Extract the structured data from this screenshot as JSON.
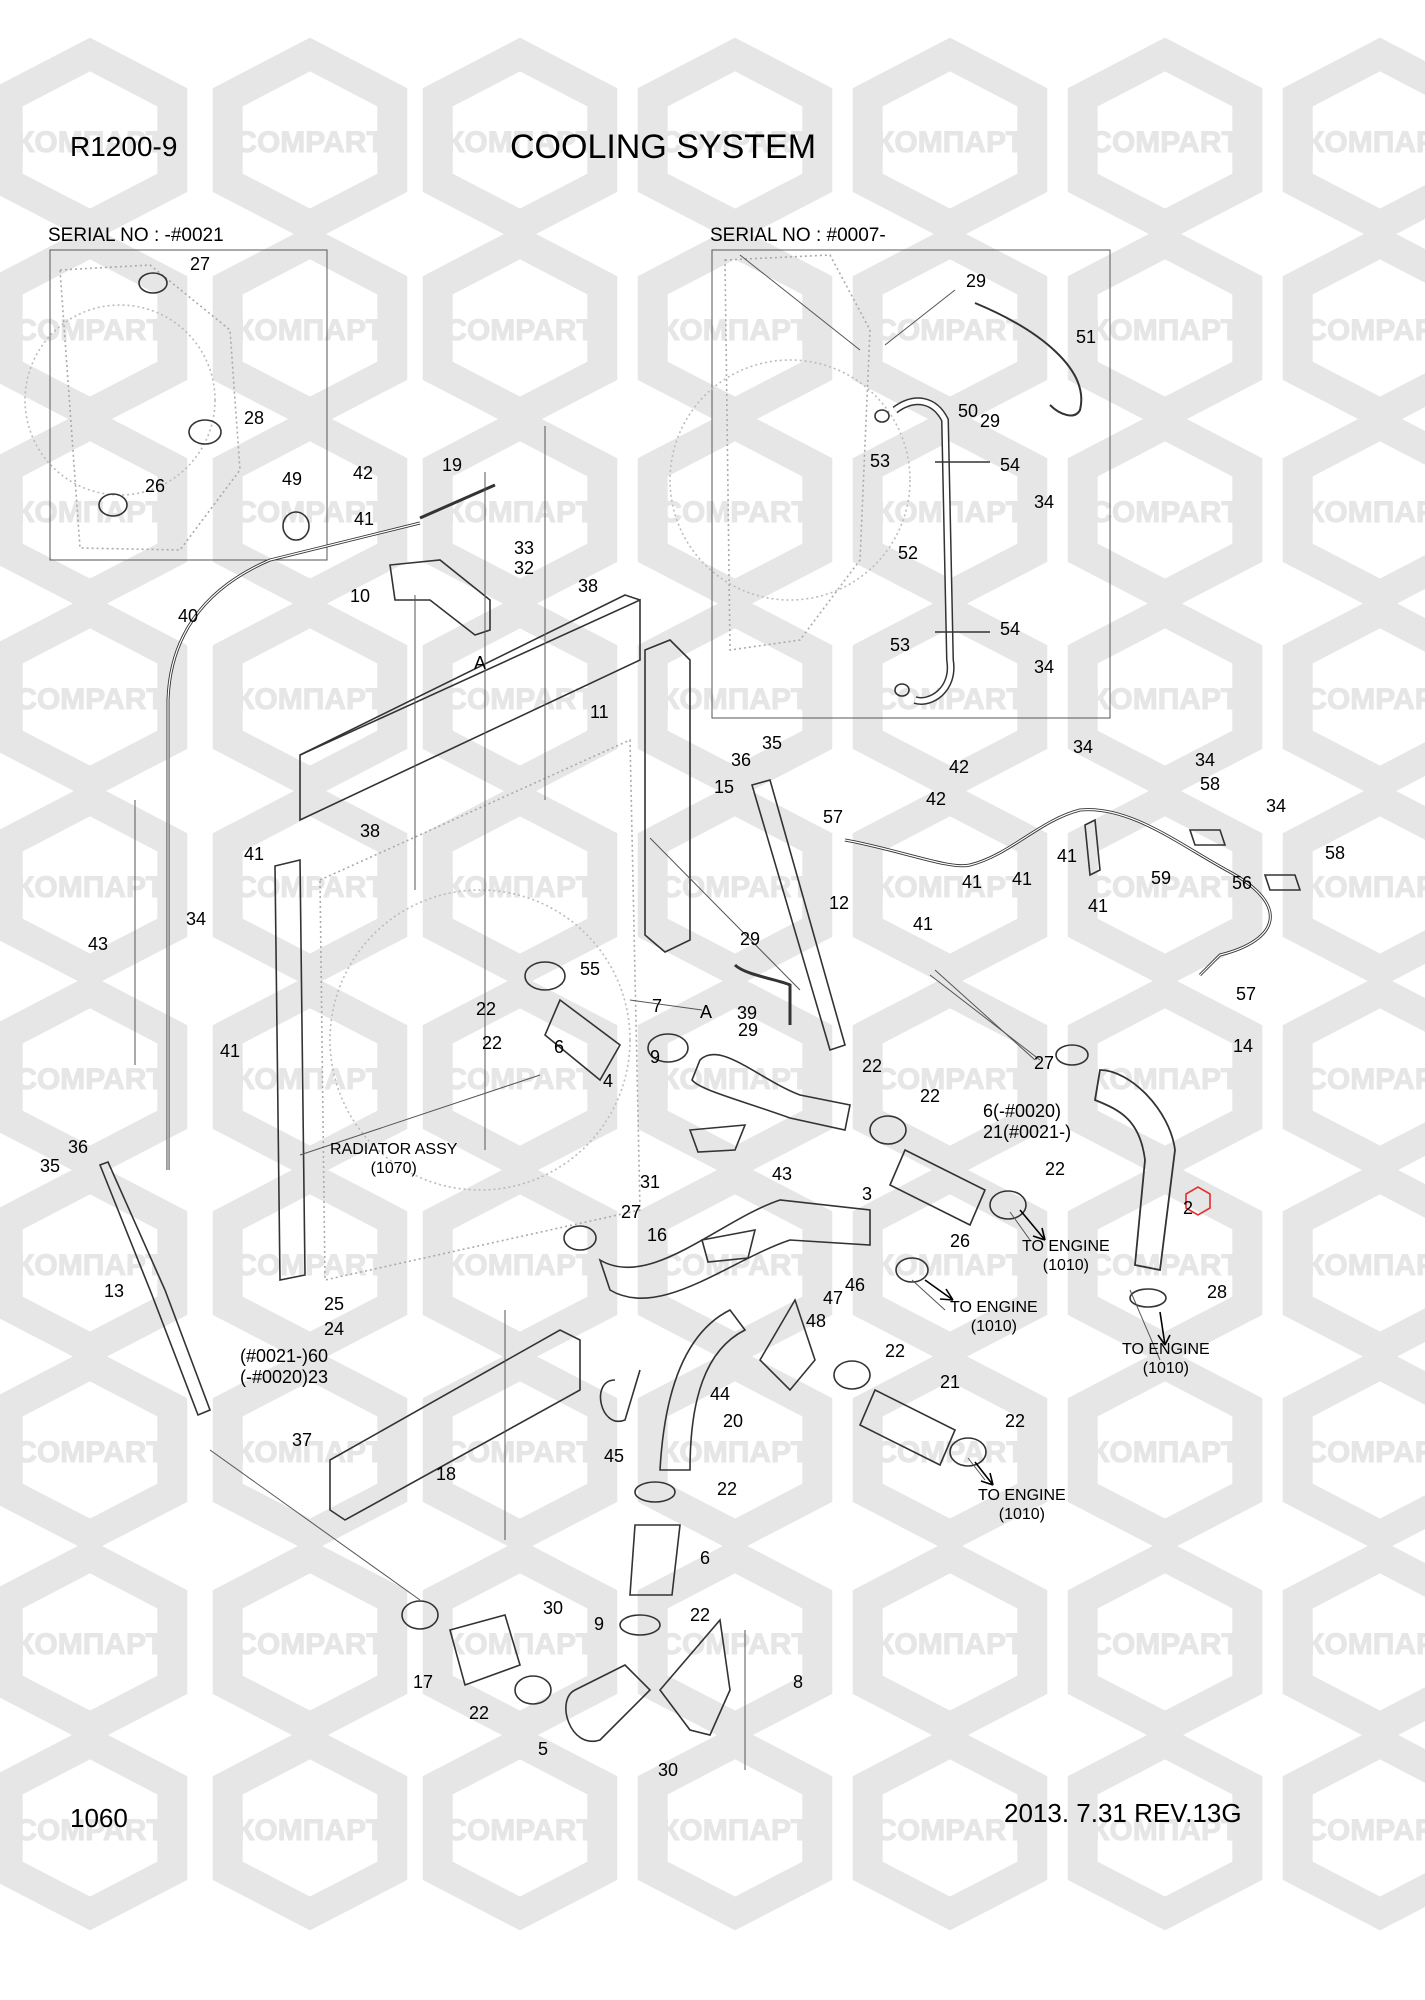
{
  "header": {
    "model": "R1200-9",
    "title": "COOLING SYSTEM"
  },
  "inset_left": {
    "serial": "SERIAL NO : -#0021"
  },
  "inset_right": {
    "serial": "SERIAL NO : #0007-"
  },
  "footer": {
    "page_number": "1060",
    "revision": "2013. 7.31  REV.13G"
  },
  "watermark": {
    "text_cyrillic": "КОМПАРТ",
    "text_latin": "COMPART"
  },
  "colors": {
    "line": "#333333",
    "watermark": "#e6e6e6",
    "highlight": "#e23030"
  },
  "notes": {
    "radiator": [
      "RADIATOR ASSY",
      "(1070)"
    ],
    "to_engine": [
      "TO ENGINE",
      "(1010)"
    ],
    "serial_variants": [
      "6(-#0020)",
      "21(#0021-)"
    ],
    "bolt_variants": [
      "(#0021-)60",
      "(-#0020)23"
    ],
    "section_mark": "A"
  },
  "callouts": [
    "27",
    "28",
    "26",
    "49",
    "29",
    "51",
    "50",
    "29",
    "53",
    "54",
    "34",
    "52",
    "54",
    "34",
    "53",
    "42",
    "19",
    "41",
    "33",
    "32",
    "10",
    "40",
    "38",
    "11",
    "35",
    "36",
    "15",
    "41",
    "34",
    "43",
    "38",
    "55",
    "7",
    "22",
    "29",
    "39",
    "29",
    "12",
    "57",
    "42",
    "42",
    "34",
    "34",
    "58",
    "34",
    "41",
    "41",
    "41",
    "59",
    "56",
    "41",
    "41",
    "58",
    "57",
    "22",
    "6",
    "41",
    "4",
    "22",
    "27",
    "14",
    "9",
    "22",
    "22",
    "35",
    "36",
    "31",
    "43",
    "3",
    "2",
    "16",
    "27",
    "26",
    "28",
    "13",
    "25",
    "24",
    "46",
    "47",
    "48",
    "44",
    "22",
    "21",
    "37",
    "18",
    "45",
    "20",
    "22",
    "22",
    "6",
    "30",
    "9",
    "22",
    "17",
    "8",
    "22",
    "5",
    "30"
  ]
}
